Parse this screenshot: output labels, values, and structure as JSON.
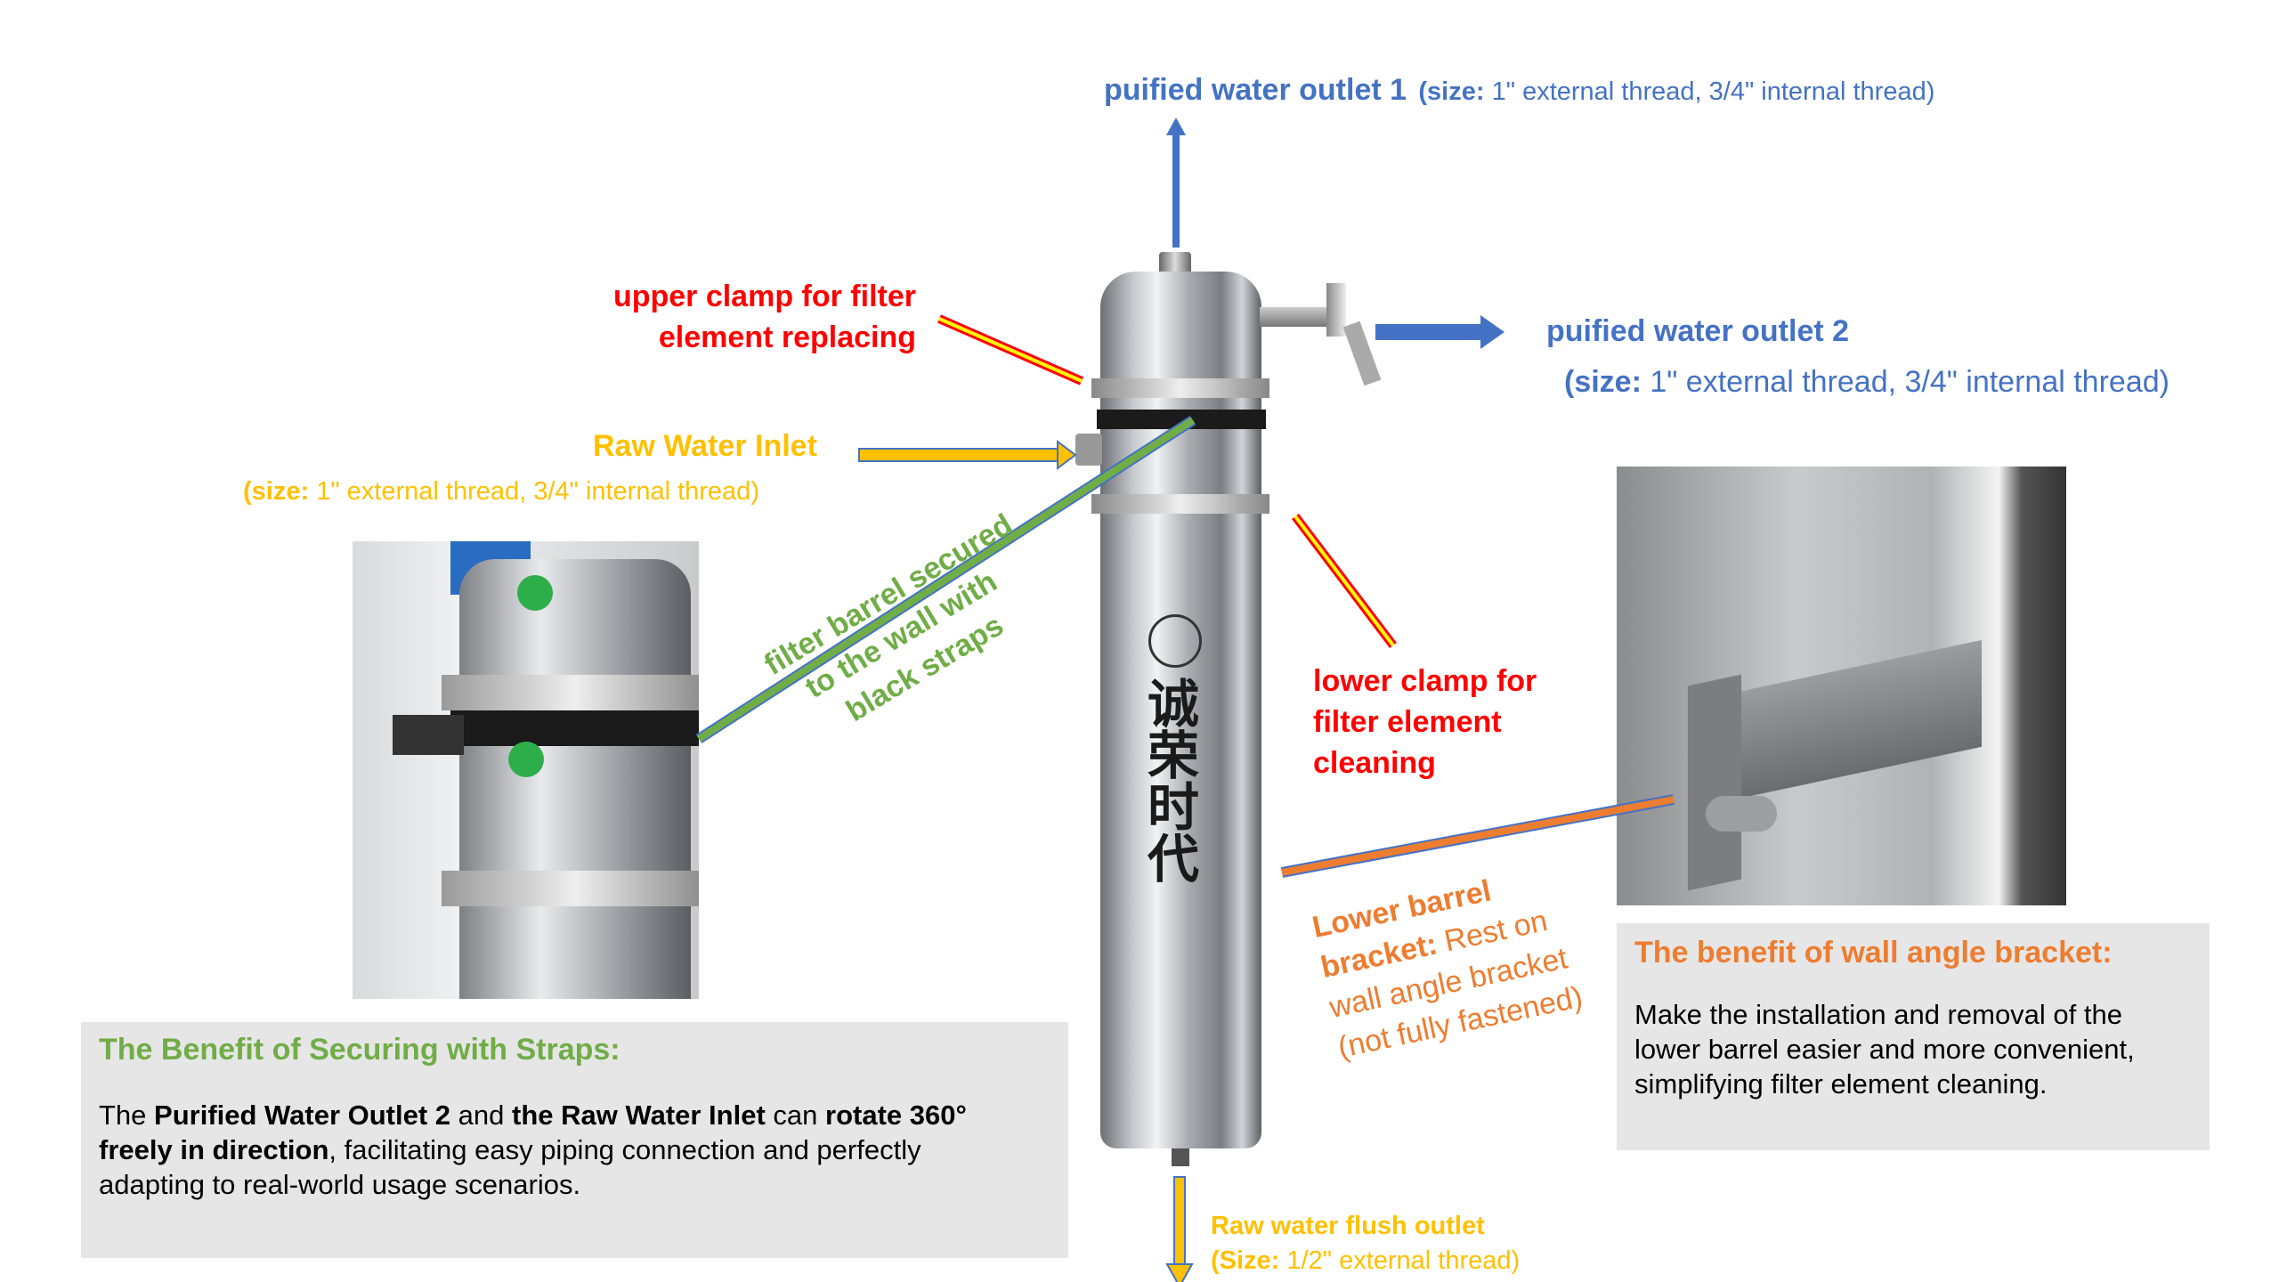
{
  "outlet1": {
    "title": "puified water outlet 1",
    "size_label": "(size:",
    "size_text": " 1\" external thread, 3/4\" internal thread)"
  },
  "outlet2": {
    "title": "puified water outlet 2",
    "size_label": "(size:",
    "size_text": " 1\" external thread, 3/4\" internal thread)"
  },
  "upper_clamp": {
    "line1": "upper clamp for filter",
    "line2": "element replacing"
  },
  "raw_inlet": {
    "title": "Raw Water Inlet",
    "size_label": "(size:",
    "size_text": " 1\" external thread, 3/4\" internal thread)"
  },
  "straps_note": {
    "line1": "filter barrel secured",
    "line2": "to the wall with",
    "line3": "black straps"
  },
  "lower_clamp": {
    "line1": "lower clamp for",
    "line2": "filter element",
    "line3": "cleaning"
  },
  "lower_bracket": {
    "line1": "Lower barrel",
    "bold2": "bracket:",
    "line2": " Rest on",
    "line3": "wall angle bracket",
    "line4": "(not fully fastened)"
  },
  "flush": {
    "line1": "Raw water flush outlet",
    "size_label": "(Size:",
    "size_text": " 1/2\" external thread)"
  },
  "brand": {
    "logo_text": "诚荣时代"
  },
  "straps_box": {
    "title": "The Benefit of Securing with Straps:",
    "p1": "The ",
    "b1": "Purified Water Outlet 2",
    "p2": " and ",
    "b2": "the Raw Water Inlet",
    "p3": " can ",
    "b3": "rotate 360° freely in direction",
    "p4": ", facilitating easy piping connection and perfectly adapting to real-world usage scenarios."
  },
  "bracket_box": {
    "title": "The benefit of wall angle bracket:",
    "text": "Make the installation and removal of the lower barrel easier and more convenient, simplifying filter element cleaning."
  },
  "colors": {
    "blue": "#4472c4",
    "red": "#ff0000",
    "yellow": "#ffc000",
    "green": "#70ad47",
    "orange": "#ed7d31"
  }
}
